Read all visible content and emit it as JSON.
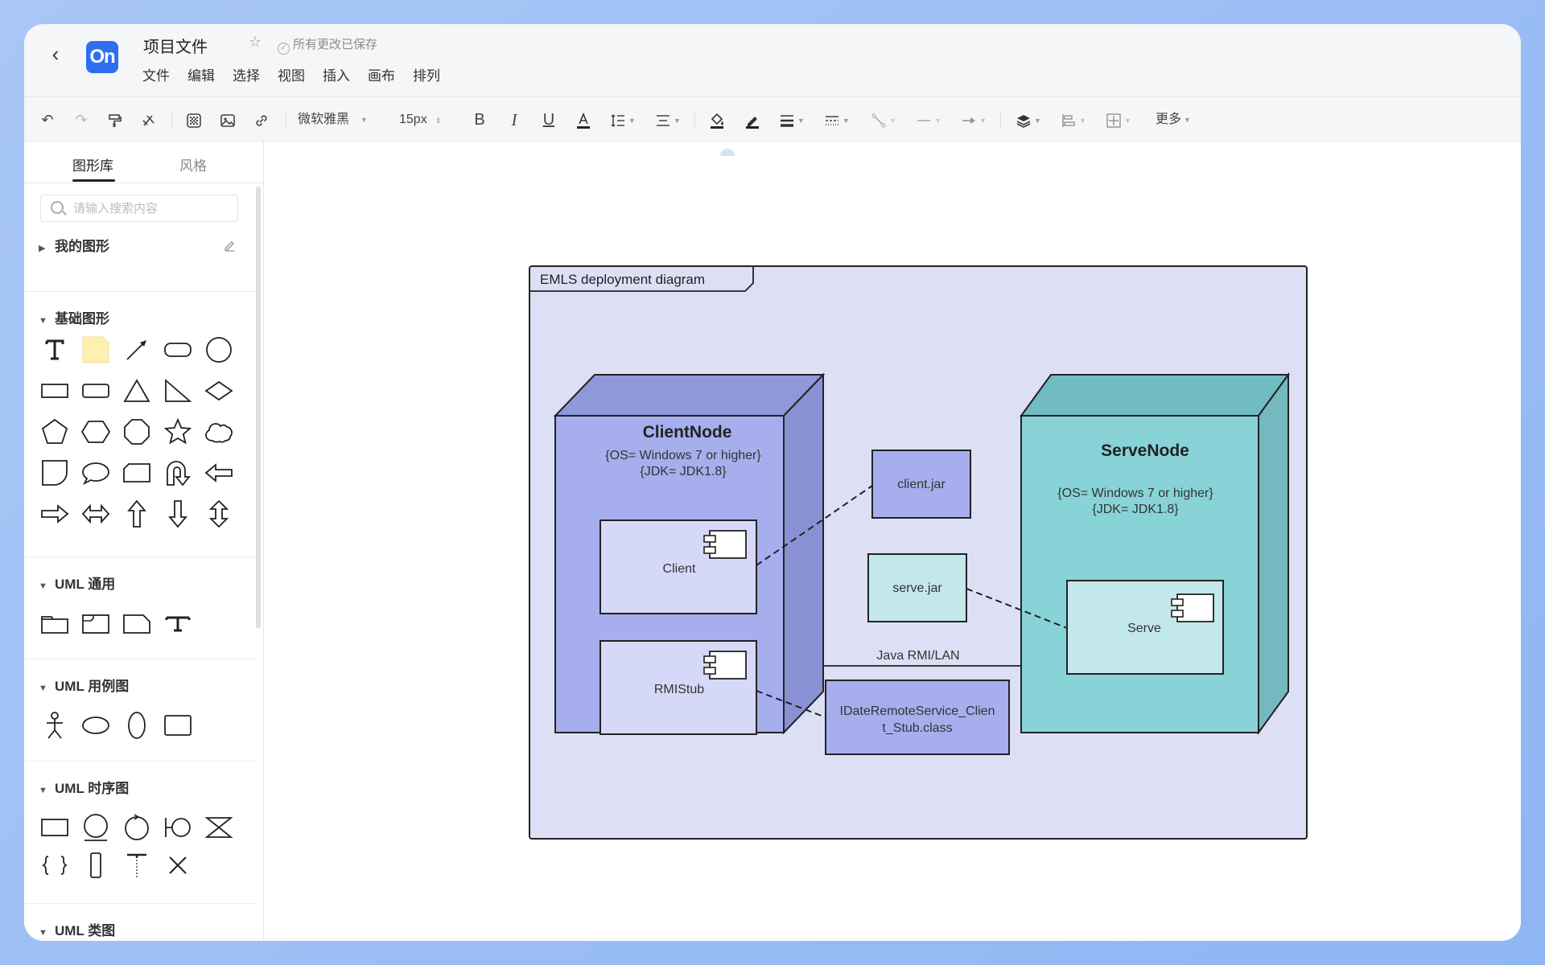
{
  "header": {
    "title": "项目文件",
    "save_status": "所有更改已保存",
    "logo_text": "On"
  },
  "menu": [
    "文件",
    "编辑",
    "选择",
    "视图",
    "插入",
    "画布",
    "排列"
  ],
  "toolbar": {
    "font_family": "微软雅黑",
    "font_size": "15px",
    "more_label": "更多"
  },
  "sidebar": {
    "tabs": [
      "图形库",
      "风格"
    ],
    "search_placeholder": "请输入搜索内容",
    "sections": {
      "my_shapes": "我的图形",
      "basic": "基础图形",
      "uml_general": "UML 通用",
      "uml_usecase": "UML 用例图",
      "uml_sequence": "UML 时序图",
      "uml_class": "UML 类图"
    },
    "icons": {
      "basic": [
        "text-icon",
        "note-icon",
        "arrow-line-icon",
        "rounded-rect-icon",
        "circle-icon",
        "rectangle-icon",
        "rect-rounded-icon",
        "triangle-icon",
        "right-triangle-icon",
        "diamond-icon",
        "pentagon-icon",
        "hexagon-icon",
        "octagon-icon",
        "star-icon",
        "cloud-icon",
        "tear-icon",
        "speech-bubble-icon",
        "card-icon",
        "u-turn-arrow-icon",
        "left-arrow-icon",
        "right-arrow-icon",
        "double-arrow-icon",
        "up-arrow-icon",
        "down-arrow-icon",
        "up-down-arrow-icon"
      ],
      "uml_general": [
        "package-icon",
        "frame-icon",
        "note-fold-icon",
        "uml-text-icon"
      ],
      "uml_usecase": [
        "actor-icon",
        "use-case-icon",
        "ellipse-vertical-icon",
        "system-boundary-icon"
      ],
      "uml_sequence": [
        "object-icon",
        "entity-icon",
        "control-icon",
        "boundary-icon",
        "destroy-icon",
        "braces-icon",
        "activation-icon",
        "lifeline-icon",
        "x-icon"
      ]
    }
  },
  "diagram": {
    "frame_title": "EMLS deployment diagram",
    "client_node": {
      "name": "ClientNode",
      "os": "{OS= Windows 7 or higher}",
      "jdk": "{JDK= JDK1.8}",
      "components": [
        "Client",
        "RMIStub"
      ]
    },
    "serve_node": {
      "name": "ServeNode",
      "os": "{OS= Windows 7 or higher}",
      "jdk": "{JDK= JDK1.8}",
      "components": [
        "Serve"
      ]
    },
    "artifacts": {
      "client_jar": "client.jar",
      "serve_jar": "serve.jar",
      "stub_class_line1": "IDateRemoteService_Clien",
      "stub_class_line2": "t_Stub.class"
    },
    "link_label": "Java RMI/LAN"
  },
  "colors": {
    "accent": "#2d6ff0",
    "frame_fill": "#dddff4",
    "client_front": "#a7aeee",
    "client_top": "#8f98d8",
    "client_side": "#8891d4",
    "component_fill": "#d5d8f7",
    "serve_front": "#88d3d8",
    "serve_top": "#71bbc2",
    "serve_side": "#74b9bf",
    "serve_component": "#c3e8ec"
  }
}
